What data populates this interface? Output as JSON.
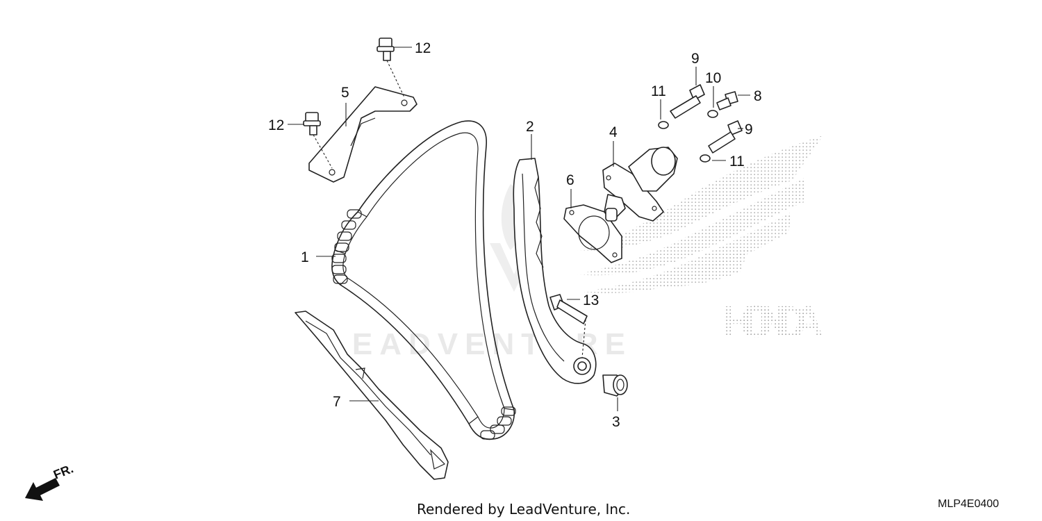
{
  "diagram": {
    "callouts": [
      {
        "id": "label-1",
        "text": "1"
      },
      {
        "id": "label-2",
        "text": "2"
      },
      {
        "id": "label-3",
        "text": "3"
      },
      {
        "id": "label-4",
        "text": "4"
      },
      {
        "id": "label-5",
        "text": "5"
      },
      {
        "id": "label-6",
        "text": "6"
      },
      {
        "id": "label-7",
        "text": "7"
      },
      {
        "id": "label-8",
        "text": "8"
      },
      {
        "id": "label-9a",
        "text": "9"
      },
      {
        "id": "label-9b",
        "text": "9"
      },
      {
        "id": "label-10",
        "text": "10"
      },
      {
        "id": "label-11a",
        "text": "11"
      },
      {
        "id": "label-11b",
        "text": "11"
      },
      {
        "id": "label-12a",
        "text": "12"
      },
      {
        "id": "label-12b",
        "text": "12"
      },
      {
        "id": "label-13",
        "text": "13"
      }
    ],
    "front_indicator": "FR.",
    "watermark_text": "LEADVENTURE",
    "brand_watermark": "HONDA",
    "footer_credit": "Rendered by LeadVenture, Inc.",
    "diagram_code": "MLP4E0400"
  }
}
